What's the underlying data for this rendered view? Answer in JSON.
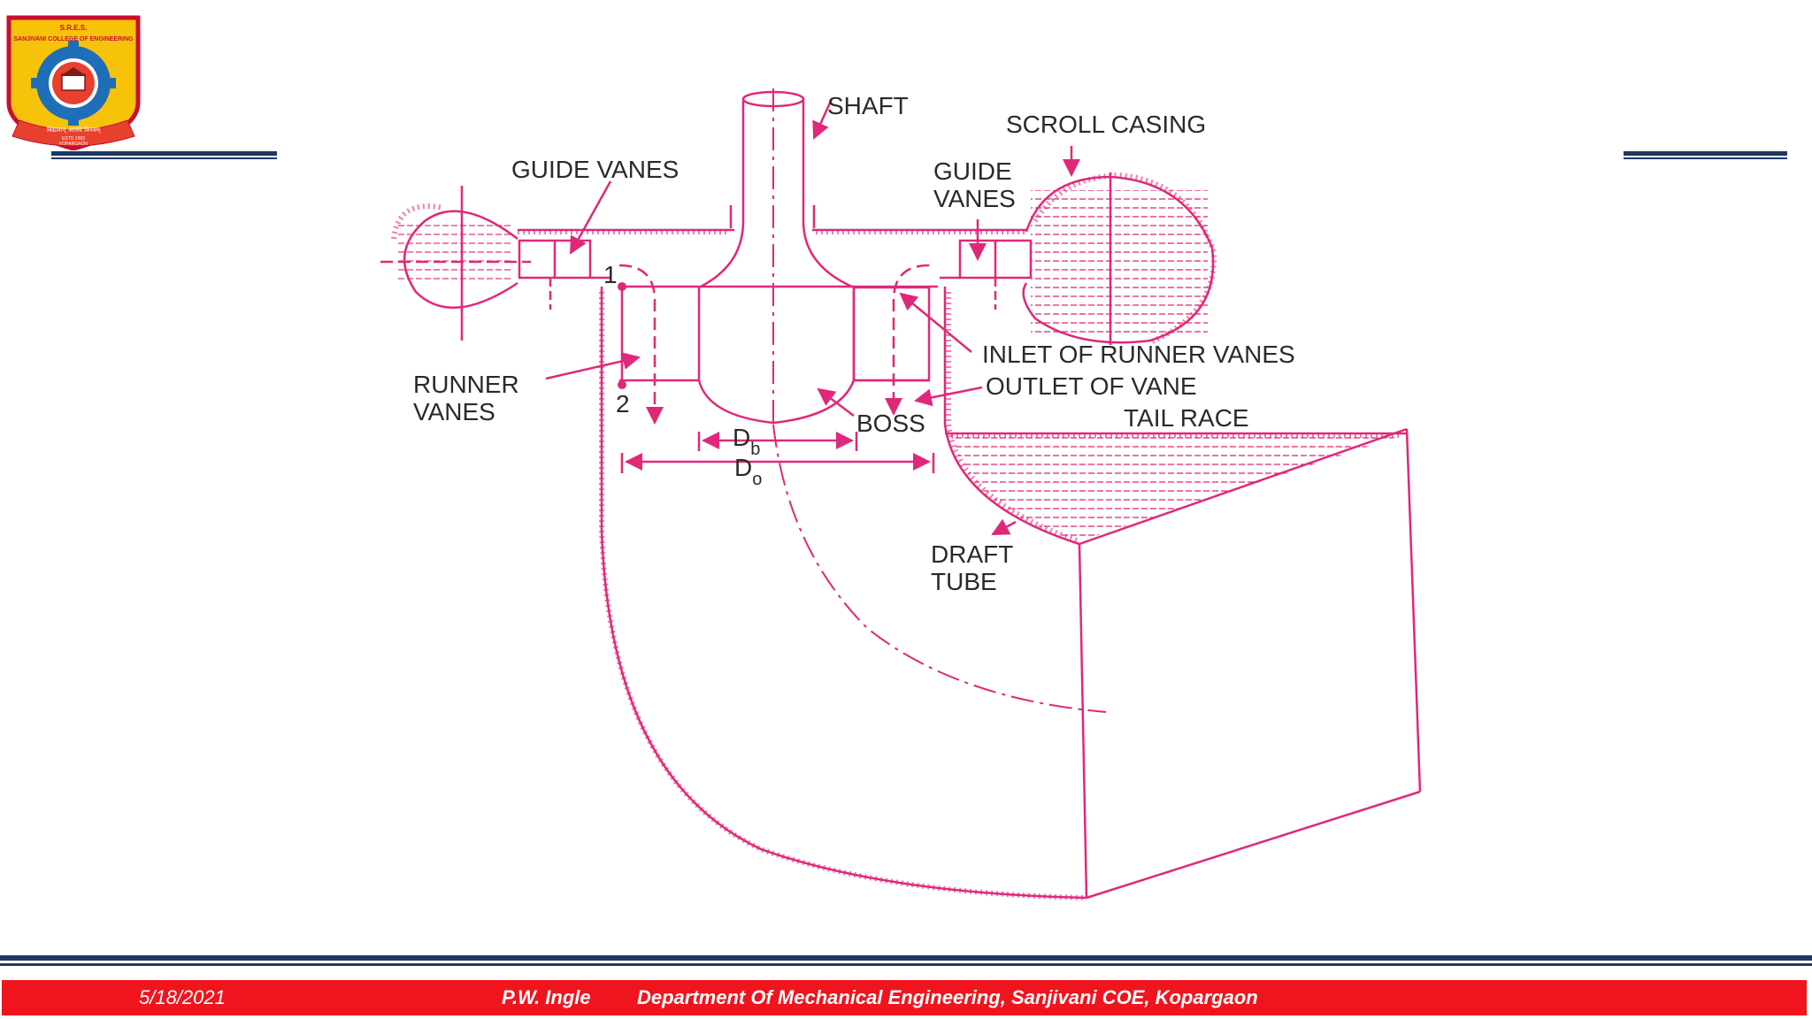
{
  "logo": {
    "org": "S.R.E.S.",
    "college": "SANJIVANI COLLEGE OF ENGINEERING",
    "motto": "विद्यावान् आर्जवं विनयम्",
    "estd": "ESTD.1983",
    "place": "KOPARGAON"
  },
  "diagram": {
    "labels": {
      "shaft": "SHAFT",
      "scroll_casing": "SCROLL CASING",
      "guide_vanes_left": "GUIDE VANES",
      "guide_vanes_right_1": "GUIDE",
      "guide_vanes_right_2": "VANES",
      "runner_vanes_1": "RUNNER",
      "runner_vanes_2": "VANES",
      "inlet": "INLET OF RUNNER VANES",
      "outlet": "OUTLET OF VANE",
      "tail_race": "TAIL RACE",
      "boss": "BOSS",
      "draft_tube_1": "DRAFT",
      "draft_tube_2": "TUBE",
      "point_1": "1",
      "point_2": "2",
      "db_main": "D",
      "db_sub": "b",
      "do_main": "D",
      "do_sub": "o"
    }
  },
  "footer": {
    "date": "5/18/2021",
    "author": "P.W. Ingle",
    "department": "Department Of Mechanical Engineering,  Sanjivani COE, Kopargaon"
  },
  "colors": {
    "accent": "#e0287a",
    "footer_bg": "#f0141e",
    "rule": "#1f3864"
  }
}
